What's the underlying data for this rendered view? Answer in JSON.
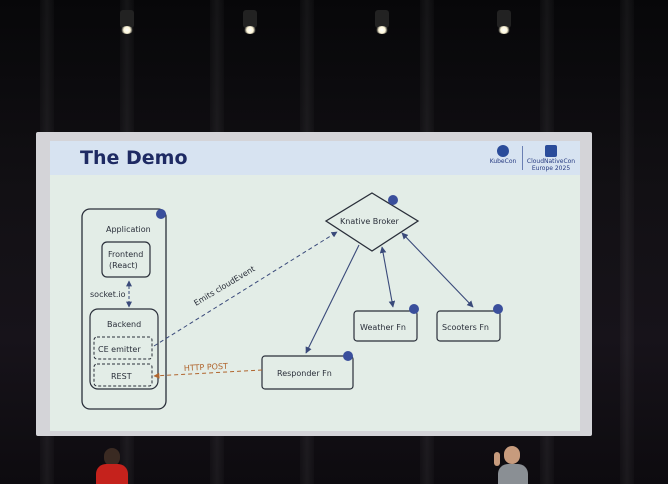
{
  "slide": {
    "title": "The Demo",
    "logos": [
      {
        "name": "kubecon-logo",
        "text": "KubeCon"
      },
      {
        "name": "cloudnativecon-logo",
        "text": "CloudNativeCon"
      },
      {
        "name": "event-subtitle",
        "text": "Europe 2025"
      }
    ]
  },
  "diagram": {
    "application": {
      "label": "Application"
    },
    "frontend": {
      "line1": "Frontend",
      "line2": "(React)"
    },
    "socket": {
      "label": "socket.io"
    },
    "backend": {
      "label": "Backend"
    },
    "ce_emitter": {
      "label": "CE emitter"
    },
    "rest": {
      "label": "REST"
    },
    "knative_broker": {
      "label": "Knative Broker"
    },
    "weather_fn": {
      "label": "Weather Fn"
    },
    "scooters_fn": {
      "label": "Scooters Fn"
    },
    "responder_fn": {
      "label": "Responder Fn"
    },
    "edge_emits": {
      "label": "Emits cloudEvent"
    },
    "edge_http": {
      "label": "HTTP POST"
    }
  },
  "colors": {
    "slide_bg": "#e3ede7",
    "header_bg": "#d7e3f1",
    "title": "#1e2a63",
    "ink": "#2a2f3a",
    "http_arrow": "#b0652e",
    "badge": "#3a4f9c"
  }
}
